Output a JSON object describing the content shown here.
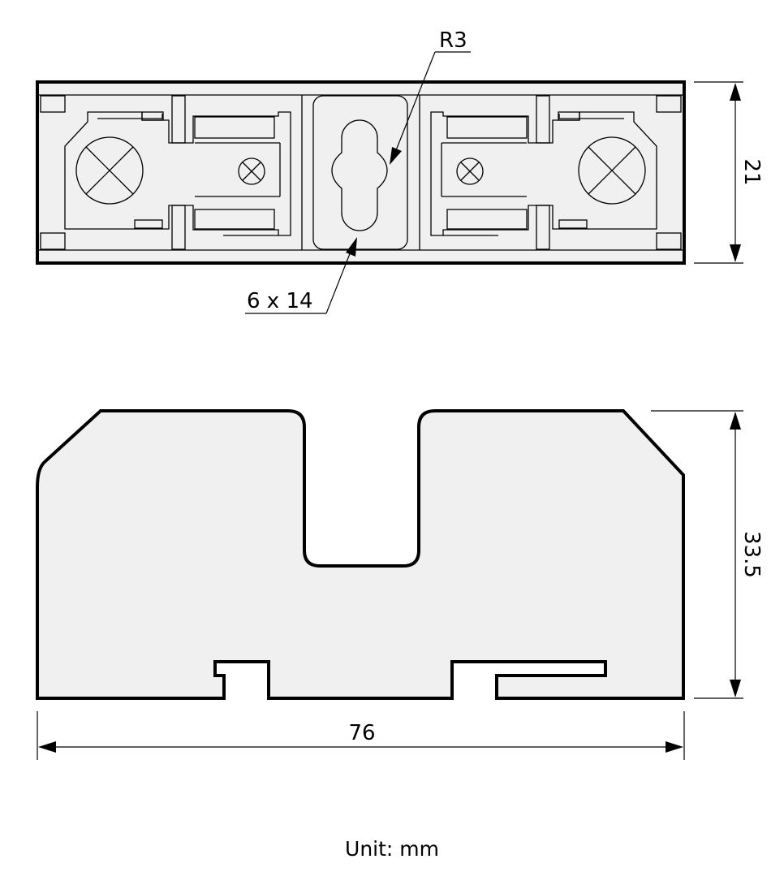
{
  "top_view": {
    "callout_radius": "R3",
    "callout_slot": "6 x 14",
    "dimension_height": "21"
  },
  "side_view": {
    "dimension_height": "33.5",
    "dimension_width": "76"
  },
  "unit_label": "Unit: mm"
}
